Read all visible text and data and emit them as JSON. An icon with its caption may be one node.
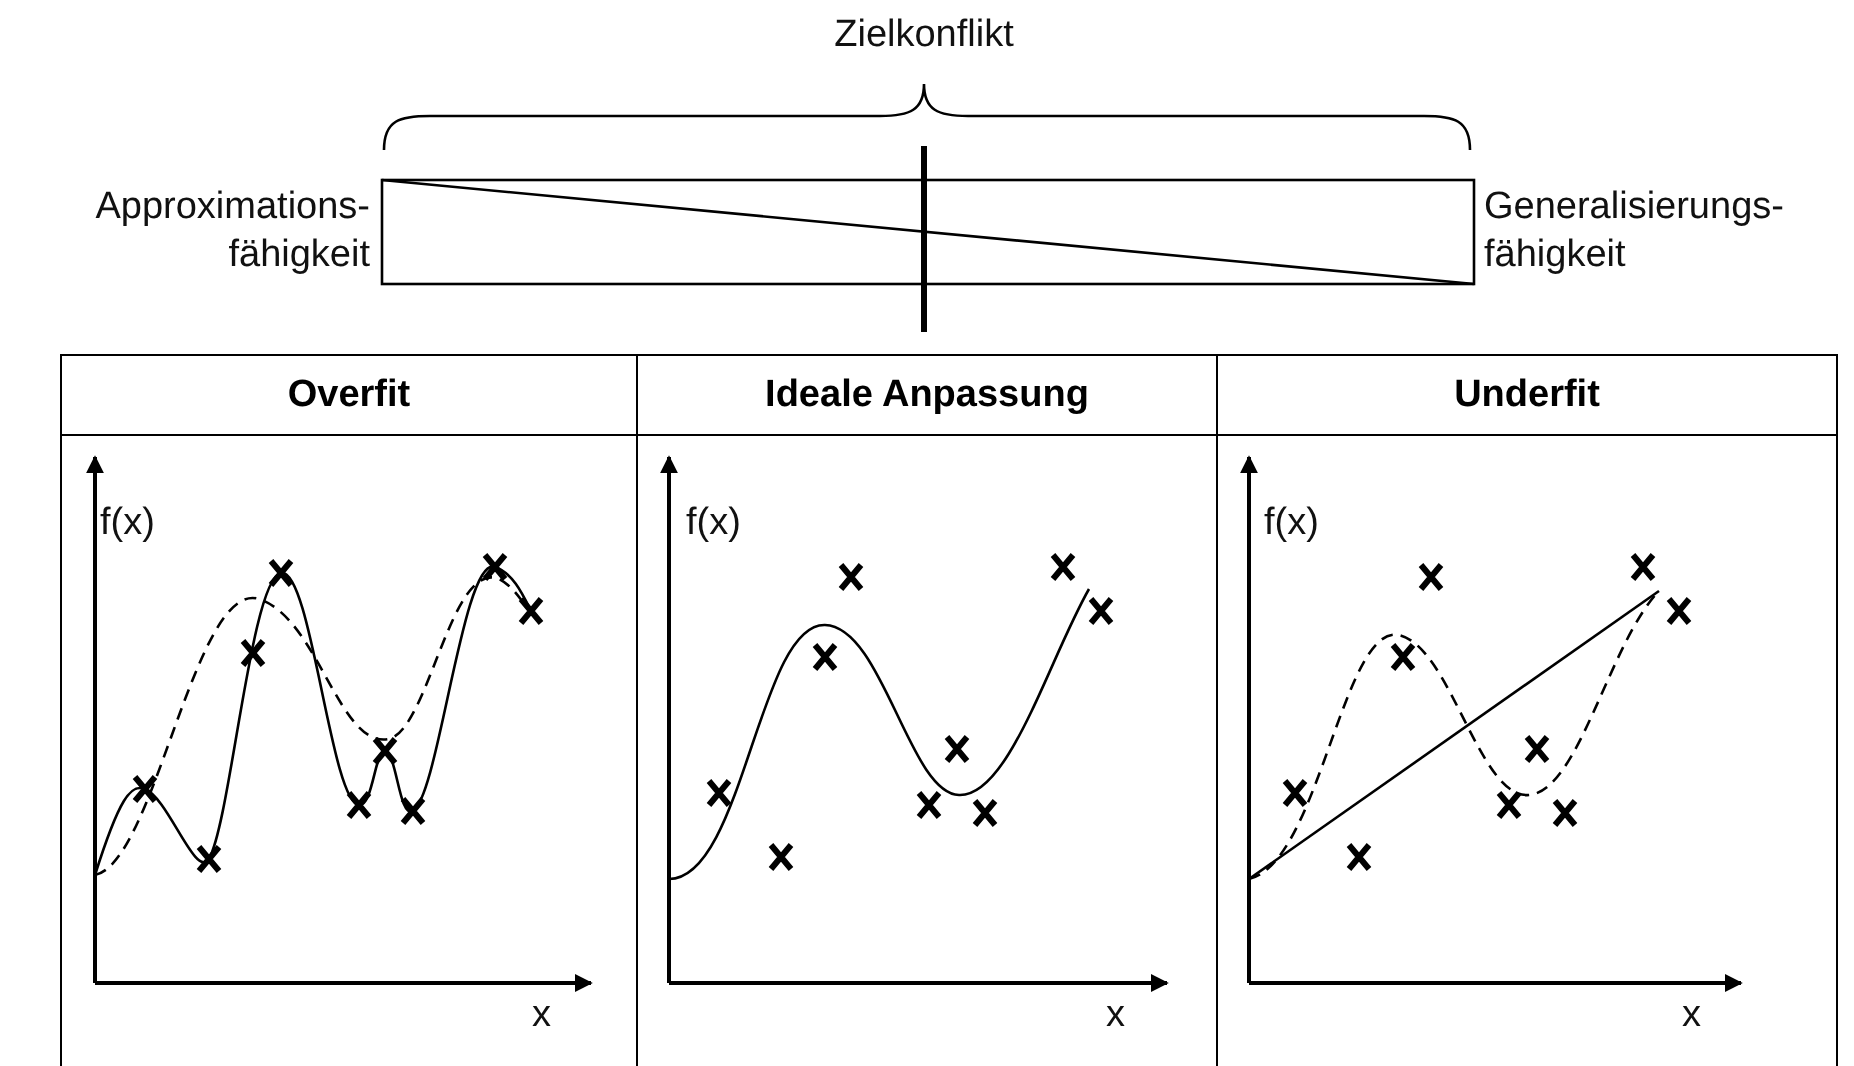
{
  "diagram": {
    "nodes": [
      {
        "text": [
          "Overfit"
        ]
      },
      {
        "text": [
          "Ideale Anpassung"
        ]
      },
      {
        "text": [
          "Underfit"
        ]
      }
    ],
    "labels": [
      "Zielkonflikt",
      "Approximations- fähigkeit",
      "Generalisierungs- fähigkeit",
      "f(x)",
      "x",
      "f(x)",
      "x",
      "f(x)",
      "x"
    ]
  }
}
